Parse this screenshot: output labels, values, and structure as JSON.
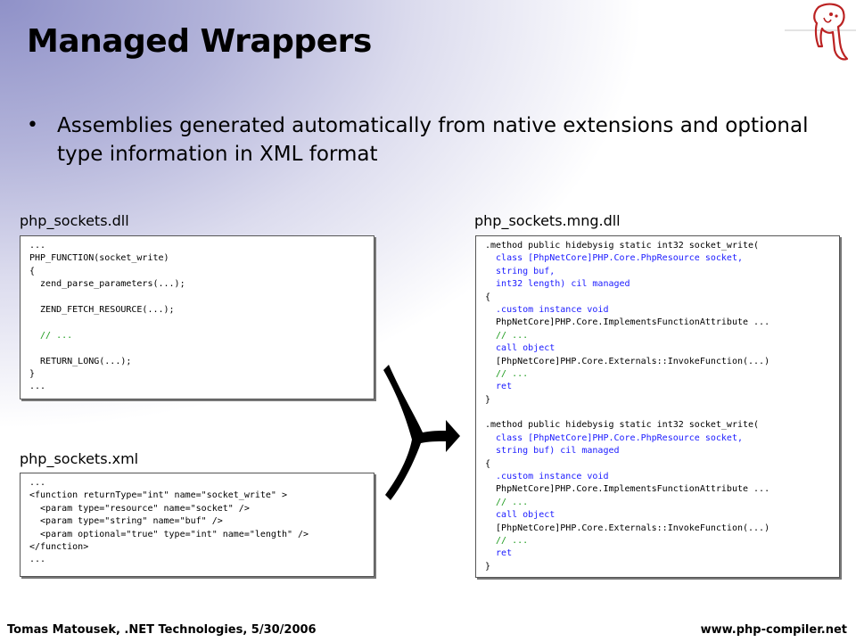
{
  "slide": {
    "title": "Managed Wrappers",
    "bullet": "Assemblies generated automatically from native extensions and optional type information in XML format",
    "bullet_glyph": "•"
  },
  "captions": {
    "dll": "php_sockets.dll",
    "xml": "php_sockets.xml",
    "mng": "php_sockets.mng.dll"
  },
  "code_dll": [
    "...",
    "PHP_FUNCTION(socket_write)",
    "{",
    "  zend_parse_parameters(...);",
    "",
    "  ZEND_FETCH_RESOURCE(...);",
    "",
    "  // ...",
    "",
    "  RETURN_LONG(...);",
    "}",
    "..."
  ],
  "code_xml": [
    "...",
    "<function returnType=\"int\" name=\"socket_write\" >",
    "  <param type=\"resource\" name=\"socket\" />",
    "  <param type=\"string\" name=\"buf\" />",
    "  <param optional=\"true\" type=\"int\" name=\"length\" />",
    "</function>",
    "..."
  ],
  "code_mng": [
    ".method public hidebysig static int32 socket_write(",
    "  class [PhpNetCore]PHP.Core.PhpResource socket,",
    "  string buf,",
    "  int32 length) cil managed",
    "{",
    "  .custom instance void",
    "  PhpNetCore]PHP.Core.ImplementsFunctionAttribute ...",
    "  // ...",
    "  call object",
    "  [PhpNetCore]PHP.Core.Externals::InvokeFunction(...)",
    "  // ...",
    "  ret",
    "}",
    "",
    ".method public hidebysig static int32 socket_write(",
    "  class [PhpNetCore]PHP.Core.PhpResource socket,",
    "  string buf) cil managed",
    "{",
    "  .custom instance void",
    "  PhpNetCore]PHP.Core.ImplementsFunctionAttribute ...",
    "  // ...",
    "  call object",
    "  [PhpNetCore]PHP.Core.Externals::InvokeFunction(...)",
    "  // ...",
    "  ret",
    "}"
  ],
  "footer": {
    "left": "Tomas Matousek, .NET Technologies, 5/30/2006",
    "right": "www.php-compiler.net"
  },
  "colors": {
    "keyword": "#1a1aff",
    "comment": "#1a9a1a",
    "gradient": "#8f91c8"
  },
  "icons": {
    "logo": "elephant-logo-icon",
    "merge_arrow": "merge-arrow-icon"
  }
}
